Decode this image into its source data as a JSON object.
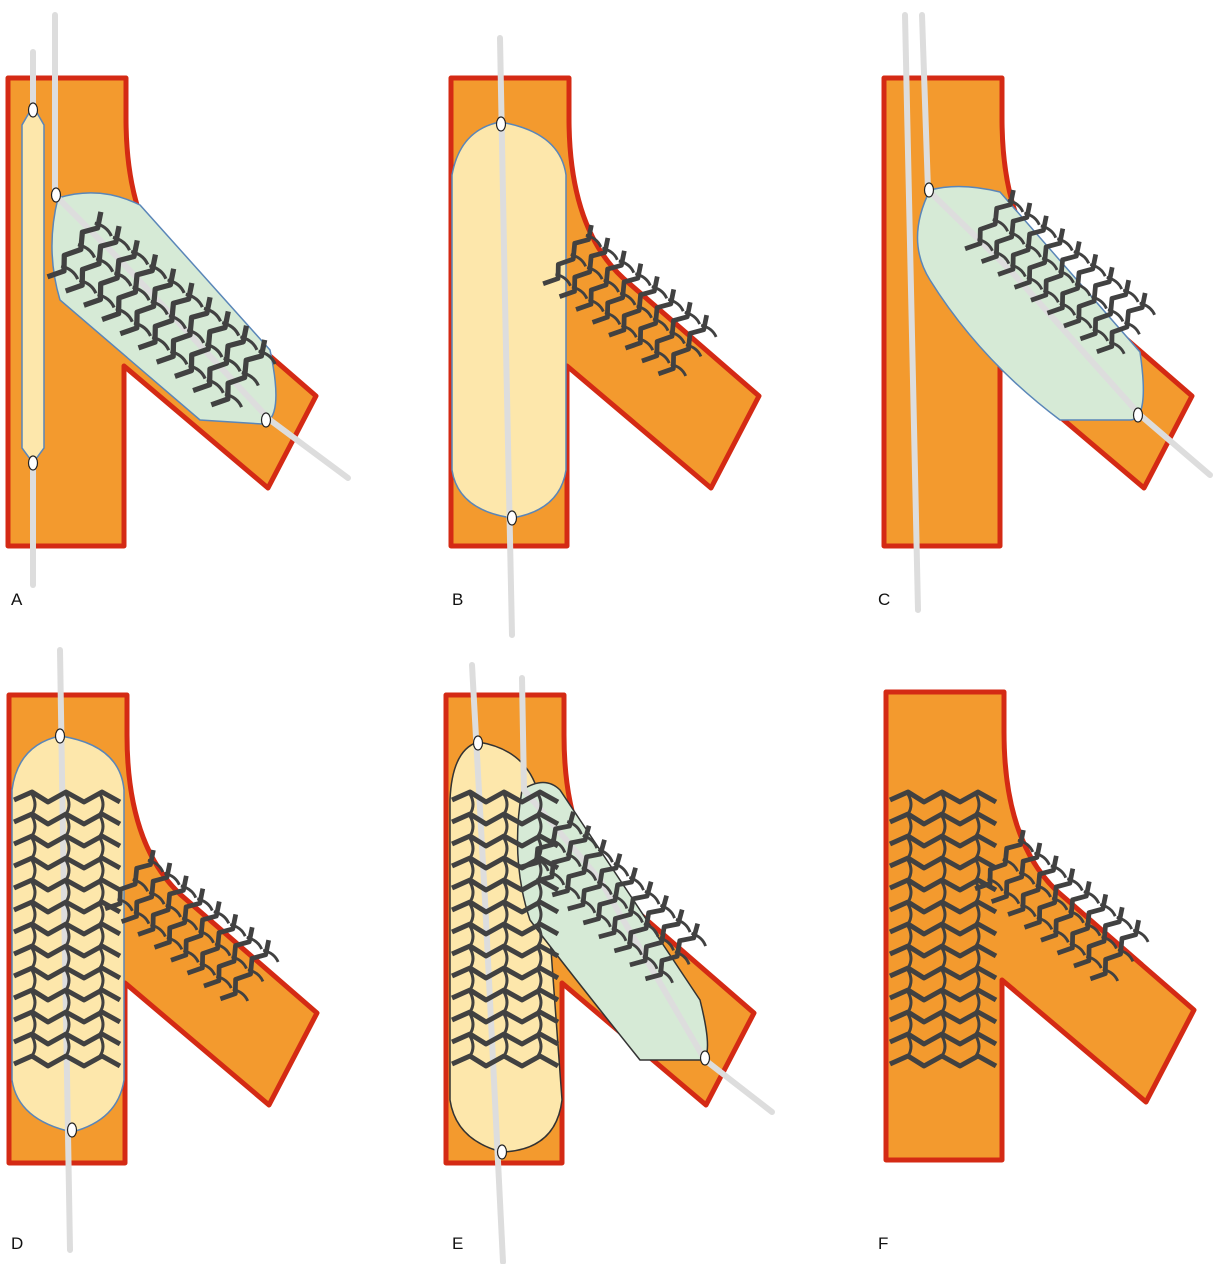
{
  "figure": {
    "colors": {
      "vessel_fill": "#f39a2e",
      "vessel_wall": "#d42a14",
      "main_balloon": "#fde7ab",
      "side_balloon": "#d6ead6",
      "balloon_edge": "#5a86b8",
      "stent_strut": "#414141",
      "guidewire": "#dddddd",
      "marker": "#ffffff"
    },
    "panels": [
      {
        "label": "A",
        "icon": "bifurcation-side-branch-stent-with-main-balloon"
      },
      {
        "label": "B",
        "icon": "bifurcation-main-balloon-dilation"
      },
      {
        "label": "C",
        "icon": "bifurcation-side-branch-balloon-two-wires"
      },
      {
        "label": "D",
        "icon": "bifurcation-main-stent-deployment"
      },
      {
        "label": "E",
        "icon": "bifurcation-kissing-balloon"
      },
      {
        "label": "F",
        "icon": "bifurcation-final-result"
      }
    ]
  }
}
